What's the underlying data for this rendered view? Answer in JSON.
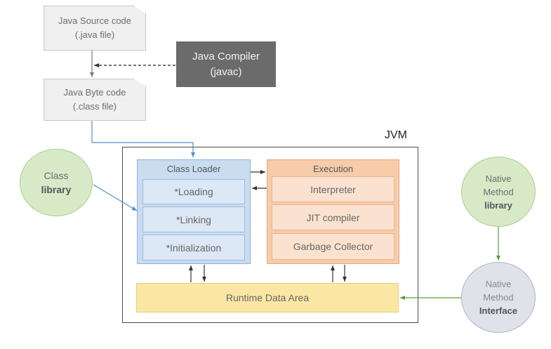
{
  "source_code": {
    "line1": "Java Source code",
    "line2": "(.java file)"
  },
  "compiler": {
    "line1": "Java Compiler",
    "line2": "(javac)"
  },
  "byte_code": {
    "line1": "Java Byte code",
    "line2": "(.class file)"
  },
  "jvm_label": "JVM",
  "class_library": {
    "line1": "Class",
    "line2": "library"
  },
  "class_loader": {
    "title": "Class Loader",
    "items": [
      "*Loading",
      "*Linking",
      "*Initialization"
    ]
  },
  "execution": {
    "title": "Execution",
    "items": [
      "Interpreter",
      "JIT compiler",
      "Garbage Collector"
    ]
  },
  "runtime": "Runtime Data Area",
  "native_library": {
    "line1": "Native",
    "line2": "Method",
    "line3": "library"
  },
  "native_interface": {
    "line1": "Native",
    "line2": "Method",
    "line3": "Interface"
  },
  "colors": {
    "connector_blue": "#4f8fce",
    "connector_green": "#5a9a36",
    "connector_dark": "#333333"
  }
}
